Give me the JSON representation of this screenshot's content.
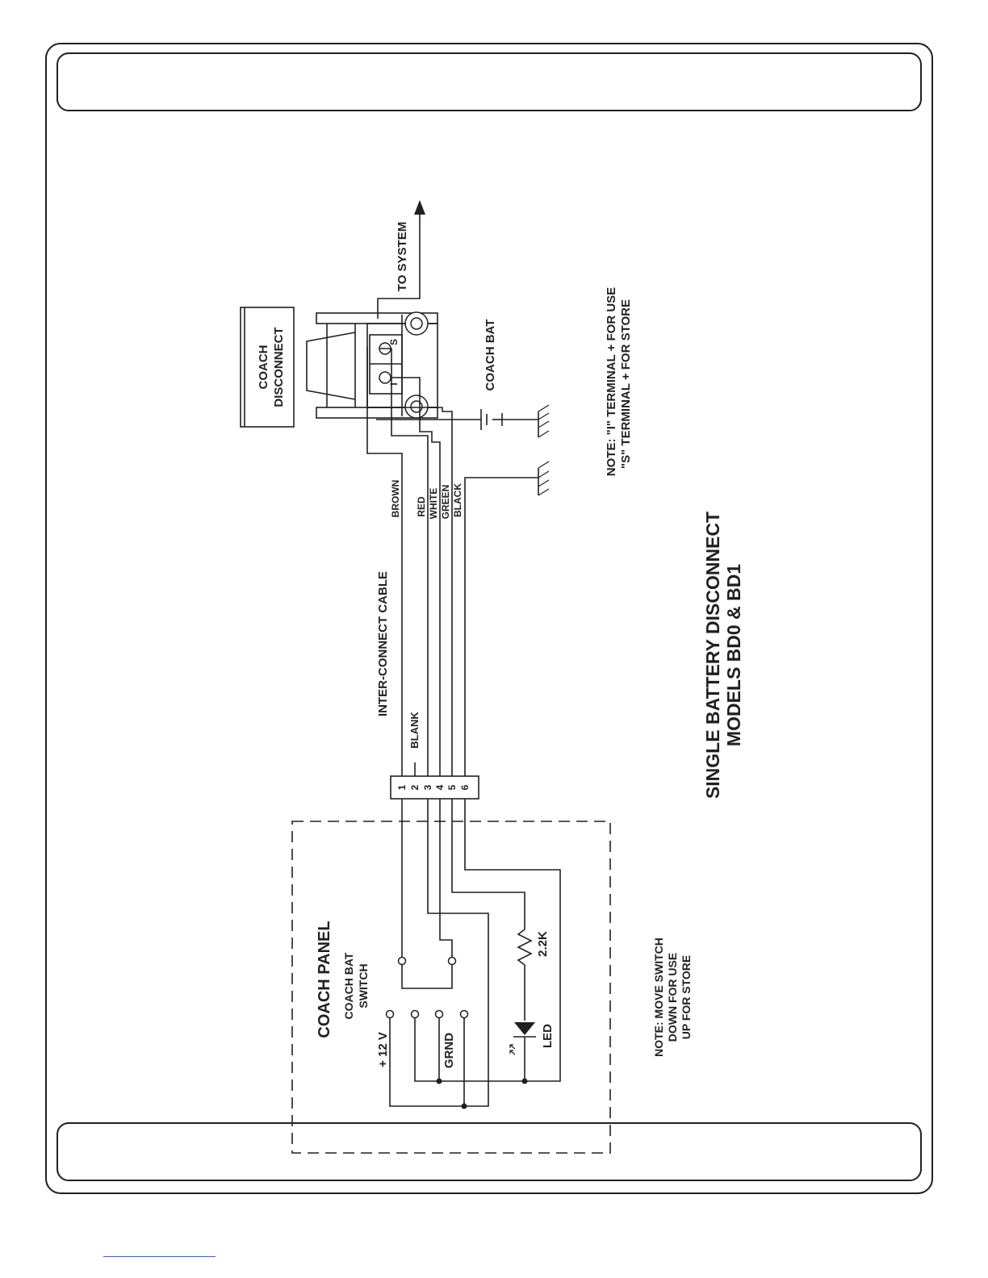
{
  "title": {
    "line1": "SINGLE BATTERY DISCONNECT",
    "line2": "MODELS BD0 & BD1"
  },
  "labels": {
    "to_system": "TO SYSTEM",
    "coach_disconnect_1": "COACH",
    "coach_disconnect_2": "DISCONNECT",
    "coach_bat": "COACH BAT",
    "terminal_s": "S",
    "terminal_i": "I",
    "inter_connect_cable": "INTER-CONNECT CABLE",
    "blank": "BLANK",
    "coach_panel": "COACH PANEL",
    "coach_bat_switch_1": "COACH BAT",
    "coach_bat_switch_2": "SWITCH",
    "plus_12v": "+ 12 V",
    "grnd": "GRND",
    "resistor": "2.2K",
    "led": "LED"
  },
  "wires": [
    "BROWN",
    "RED",
    "WHITE",
    "GREEN",
    "BLACK"
  ],
  "connector_pins": [
    "1",
    "2",
    "3",
    "4",
    "5",
    "6"
  ],
  "notes": {
    "terminal_1": "NOTE: \"I\" TERMINAL + FOR USE",
    "terminal_2": "\"S\" TERMINAL + FOR STORE",
    "switch_1": "NOTE: MOVE SWITCH",
    "switch_2": "DOWN FOR USE",
    "switch_3": "UP FOR STORE"
  }
}
